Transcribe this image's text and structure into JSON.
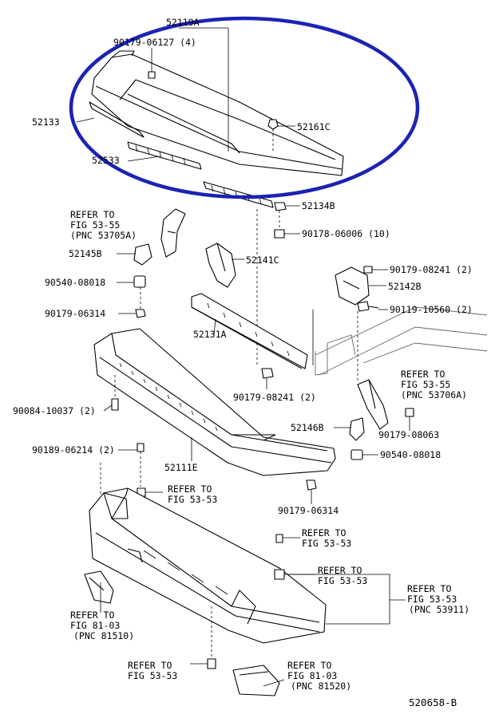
{
  "labels": {
    "p52119A": "52119A",
    "p90179_06127": "90179-06127 (4)",
    "p52133": "52133",
    "p52161C": "52161C",
    "p52533": "52533",
    "p52134B": "52134B",
    "p90178_06006": "90178-06006 (10)",
    "p52145B": "52145B",
    "p52141C": "52141C",
    "p90540_08018_l": "90540-08018",
    "p90179_08241_r": "90179-08241 (2)",
    "p52142B": "52142B",
    "p90179_06314_l": "90179-06314",
    "p90119_10560": "90119-10560 (2)",
    "p52131A": "52131A",
    "p90179_08241_c": "90179-08241 (2)",
    "p90084_10037": "90084-10037 (2)",
    "p52146B": "52146B",
    "p90179_08063": "90179-08063",
    "p90189_06214": "90189-06214 (2)",
    "p90540_08018_r": "90540-08018",
    "p52111E": "52111E",
    "p90179_06314_b": "90179-06314",
    "diagram_id": "520658-B"
  },
  "refers": {
    "r53_55a": [
      "REFER TO",
      "FIG 53-55",
      "(PNC 53705A)"
    ],
    "r53_55b": [
      "REFER TO",
      "FIG 53-55",
      "(PNC 53706A)"
    ],
    "r53_53a": [
      "REFER TO",
      "FIG 53-53"
    ],
    "r53_53b": [
      "REFER TO",
      "FIG 53-53"
    ],
    "r53_53c": [
      "REFER TO",
      "FIG 53-53"
    ],
    "r53_53d": [
      "REFER TO",
      "FIG 53-53",
      "(PNC 53911)"
    ],
    "r81_03a": [
      "REFER TO",
      "FIG 81-03",
      "(PNC 81510)"
    ],
    "r53_53e": [
      "REFER TO",
      "FIG 53-53"
    ],
    "r81_03b": [
      "REFER TO",
      "FIG 81-03",
      "(PNC 81520)"
    ]
  },
  "colors": {
    "highlight": "#1c22b4",
    "ink": "#000000"
  }
}
